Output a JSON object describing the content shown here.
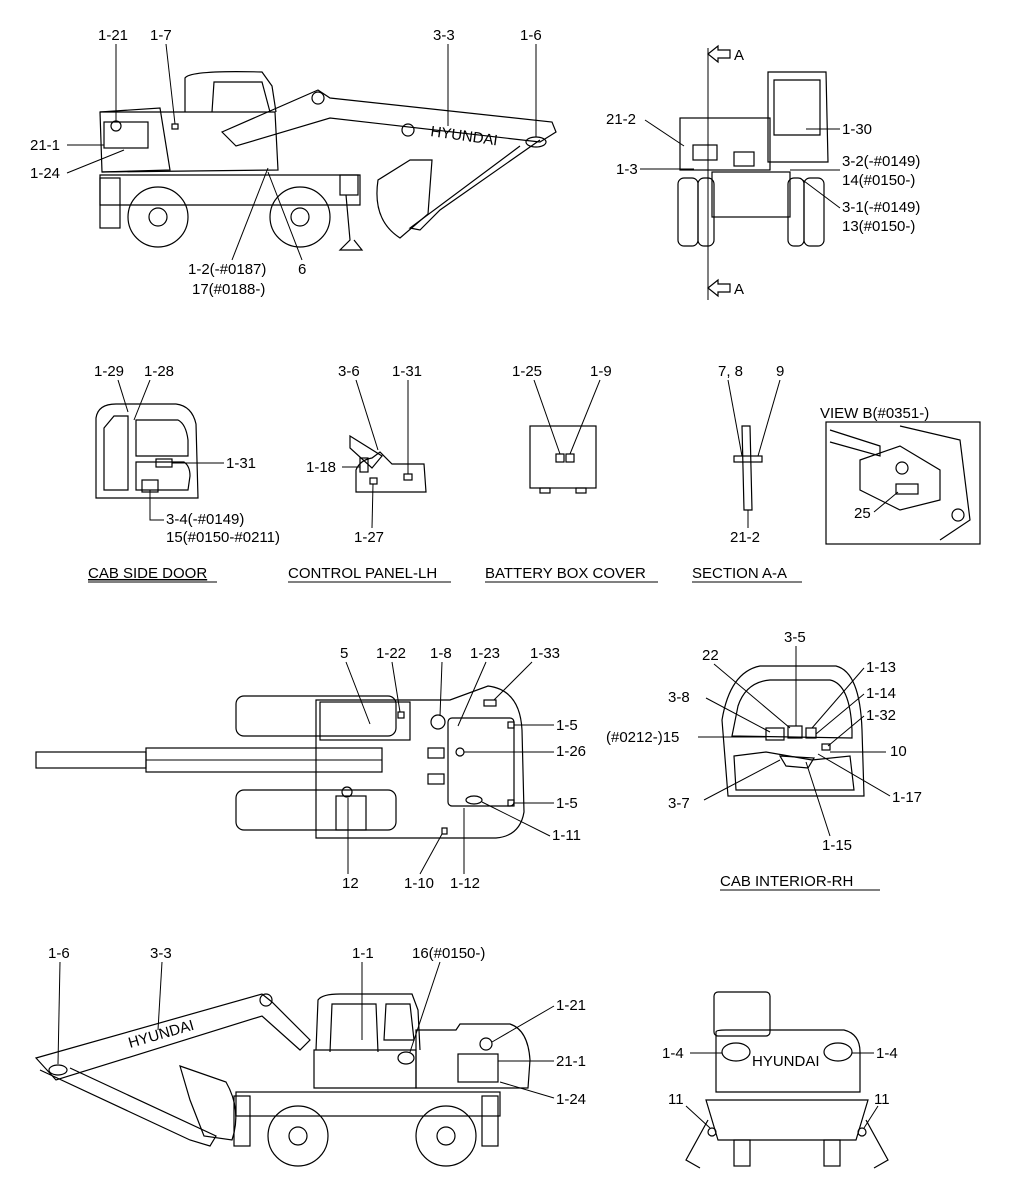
{
  "captions": {
    "cab_side_door": "CAB SIDE DOOR",
    "control_panel": "CONTROL PANEL-LH",
    "battery_cover": "BATTERY BOX COVER",
    "section_aa": "SECTION  A-A",
    "cab_interior": "CAB INTERIOR-RH",
    "view_b": "VIEW  B(#0351-)"
  },
  "section_marks": {
    "a_top": "A",
    "a_bottom": "A"
  },
  "brand": {
    "hyundai_text": "HYUNDAI"
  },
  "side_view_top": {
    "l_1_21": "1-21",
    "l_1_7": "1-7",
    "l_3_3": "3-3",
    "l_1_6": "1-6",
    "l_21_1": "21-1",
    "l_1_24": "1-24",
    "l_1_2": "1-2(-#0187)",
    "l_17": "17(#0188-)",
    "l_6": "6"
  },
  "rear_view": {
    "l_21_2": "21-2",
    "l_1_3": "1-3",
    "l_1_30": "1-30",
    "l_3_2": "3-2(-#0149)",
    "l_14": "14(#0150-)",
    "l_3_1": "3-1(-#0149)",
    "l_13": "13(#0150-)"
  },
  "cab_side_door": {
    "l_1_29": "1-29",
    "l_1_28": "1-28",
    "l_1_31": "1-31",
    "l_3_4": "3-4(-#0149)",
    "l_15": "15(#0150-#0211)"
  },
  "control_panel": {
    "l_3_6": "3-6",
    "l_1_31": "1-31",
    "l_1_18": "1-18",
    "l_1_27": "1-27"
  },
  "battery_cover": {
    "l_1_25": "1-25",
    "l_1_9": "1-9"
  },
  "section_aa": {
    "l_7_8": "7, 8",
    "l_9": "9",
    "l_21_2": "21-2"
  },
  "view_b": {
    "l_25": "25"
  },
  "top_view": {
    "l_5a": "5",
    "l_1_22": "1-22",
    "l_1_8": "1-8",
    "l_1_23": "1-23",
    "l_1_33": "1-33",
    "l_1_5a": "1-5",
    "l_1_26": "1-26",
    "l_1_5b": "1-5",
    "l_1_11": "1-11",
    "l_12": "12",
    "l_1_10": "1-10",
    "l_1_12": "1-12"
  },
  "cab_interior": {
    "l_3_5": "3-5",
    "l_22": "22",
    "l_1_13": "1-13",
    "l_1_14": "1-14",
    "l_3_8": "3-8",
    "l_1_32": "1-32",
    "l_15": "(#0212-)15",
    "l_10": "10",
    "l_3_7": "3-7",
    "l_1_17": "1-17",
    "l_1_15": "1-15"
  },
  "side_view_bottom": {
    "l_1_6": "1-6",
    "l_3_3": "3-3",
    "l_1_1": "1-1",
    "l_16": "16(#0150-)",
    "l_1_21": "1-21",
    "l_21_1": "21-1",
    "l_1_24": "1-24"
  },
  "front_view": {
    "l_1_4a": "1-4",
    "l_1_4b": "1-4",
    "l_11a": "11",
    "l_11b": "11"
  }
}
